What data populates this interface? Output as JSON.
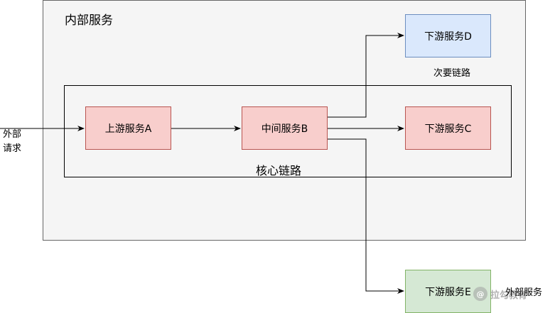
{
  "internal": {
    "title": "内部服务"
  },
  "core": {
    "label": "核心链路"
  },
  "nodes": {
    "a": "上游服务A",
    "b": "中间服务B",
    "c": "下游服务C",
    "d": "下游服务D",
    "e": "下游服务E"
  },
  "captions": {
    "secondary_chain": "次要链路",
    "external_service": "外部服务",
    "external_request_line1": "外部",
    "external_request_line2": "请求"
  },
  "watermark": {
    "symbol": "@",
    "text": "拉勾教育"
  },
  "colors": {
    "core_node_fill": "#f8cecc",
    "core_node_stroke": "#b85450",
    "secondary_node_fill": "#dae8fc",
    "secondary_node_stroke": "#6c8ebf",
    "external_node_fill": "#d5e8d4",
    "external_node_stroke": "#82b366",
    "internal_region_fill": "#f5f5f5"
  }
}
